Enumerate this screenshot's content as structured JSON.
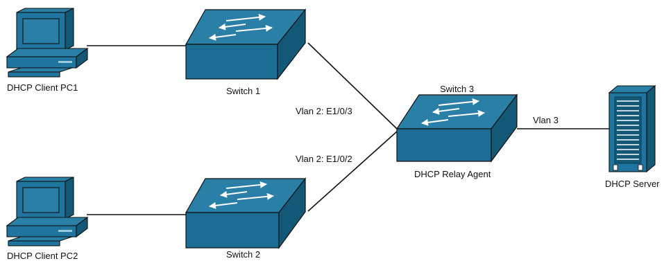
{
  "nodes": {
    "pc1_label": "DHCP Client PC1",
    "pc2_label": "DHCP Client PC2",
    "switch1_label": "Switch 1",
    "switch2_label": "Switch 2",
    "switch3_label": "Switch 3",
    "relay_label": "DHCP Relay Agent",
    "server_label": "DHCP Server"
  },
  "links": {
    "sw1_sw3": "Vlan 2: E1/0/3",
    "sw2_sw3": "Vlan 2: E1/0/2",
    "sw3_server": "Vlan 3"
  },
  "colors": {
    "switch_top": "#2a7fa6",
    "switch_front": "#1c6d93",
    "switch_side": "#135877",
    "outline": "#111111",
    "pc_body": "#1f75a0",
    "pc_dark": "#135877",
    "server_body": "#1f75a0",
    "server_side": "#135877"
  },
  "icons": [
    "desktop-computer-icon",
    "network-switch-icon",
    "server-tower-icon"
  ]
}
